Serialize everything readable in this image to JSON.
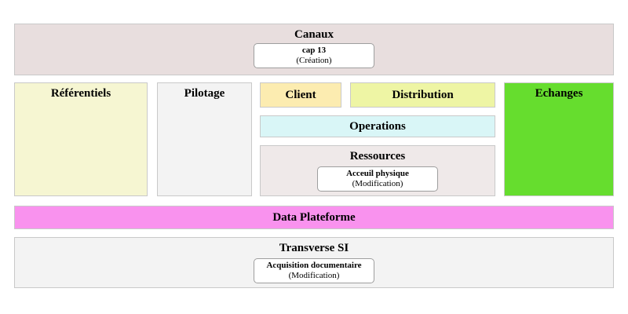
{
  "diagram": {
    "canaux": {
      "title": "Canaux",
      "card": {
        "name": "cap 13",
        "status": "(Création)"
      }
    },
    "referentiels": {
      "title": "Référentiels"
    },
    "pilotage": {
      "title": "Pilotage"
    },
    "client": {
      "title": "Client"
    },
    "distribution": {
      "title": "Distribution"
    },
    "operations": {
      "title": "Operations"
    },
    "ressources": {
      "title": "Ressources",
      "card": {
        "name": "Acceuil physique",
        "status": "(Modification)"
      }
    },
    "echanges": {
      "title": "Echanges"
    },
    "data_plateforme": {
      "title": "Data Plateforme"
    },
    "transverse_si": {
      "title": "Transverse SI",
      "card": {
        "name": "Acquisition documentaire",
        "status": "(Modification)"
      }
    }
  },
  "colors": {
    "canaux_bg": "#e8dede",
    "referentiels_bg": "#f6f6d2",
    "pilotage_bg": "#f3f3f3",
    "client_bg": "#fcecb0",
    "distribution_bg": "#eef5a4",
    "operations_bg": "#d9f6f7",
    "ressources_bg": "#efe9e9",
    "echanges_bg": "#66dd2e",
    "data_plateforme_bg": "#f992ee",
    "transverse_si_bg": "#f3f3f3",
    "block_border": "#c9c9c9",
    "card_border": "#9e9e9e",
    "card_bg": "#ffffff",
    "text": "#000000"
  }
}
